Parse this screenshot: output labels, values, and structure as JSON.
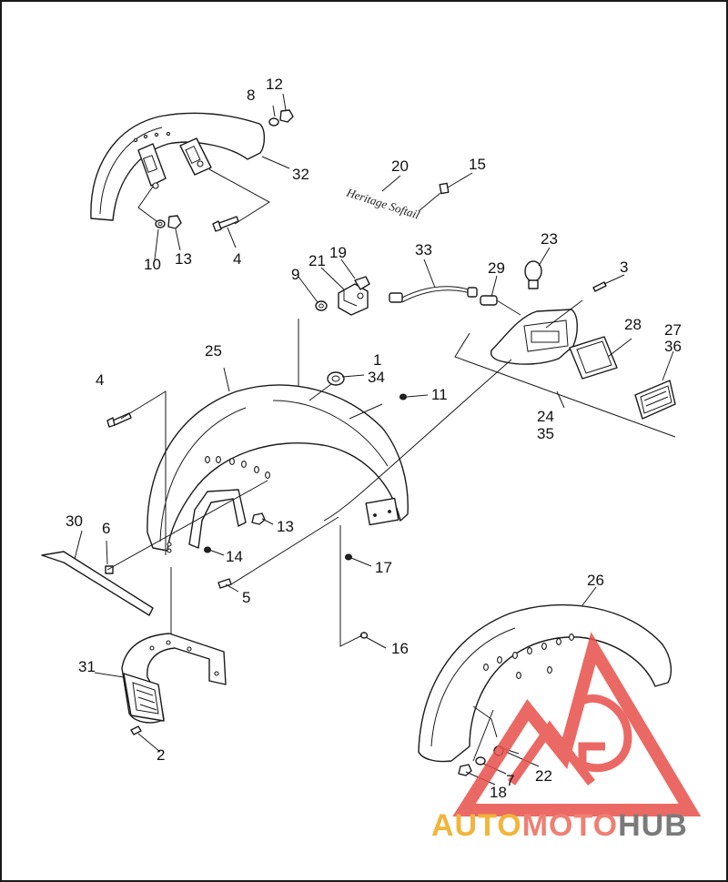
{
  "labels": {
    "p12": "12",
    "p8": "8",
    "p32": "32",
    "p10": "10",
    "p13a": "13",
    "p4a": "4",
    "p20": "20",
    "p15": "15",
    "p33": "33",
    "p23": "23",
    "p9": "9",
    "p21": "21",
    "p19": "19",
    "p29": "29",
    "p3": "3",
    "p28": "28",
    "p27": "27",
    "p36": "36",
    "p25": "25",
    "p1": "1",
    "p34": "34",
    "p11": "11",
    "p4b": "4",
    "p24": "24",
    "p35": "35",
    "p30": "30",
    "p6": "6",
    "p13b": "13",
    "p14": "14",
    "p17": "17",
    "p5": "5",
    "p26": "26",
    "p16": "16",
    "p31": "31",
    "p2": "2",
    "p22": "22",
    "p7": "7",
    "p18": "18"
  },
  "script_badge": "Heritage Softail",
  "watermark": {
    "part1": "AUTO",
    "part2": "MOTO",
    "part3": "HUB",
    "colors": {
      "auto": "#f2b43a",
      "moto": "#ef7f73",
      "hub": "#7a7a7a",
      "logo": "#e8504a"
    }
  }
}
